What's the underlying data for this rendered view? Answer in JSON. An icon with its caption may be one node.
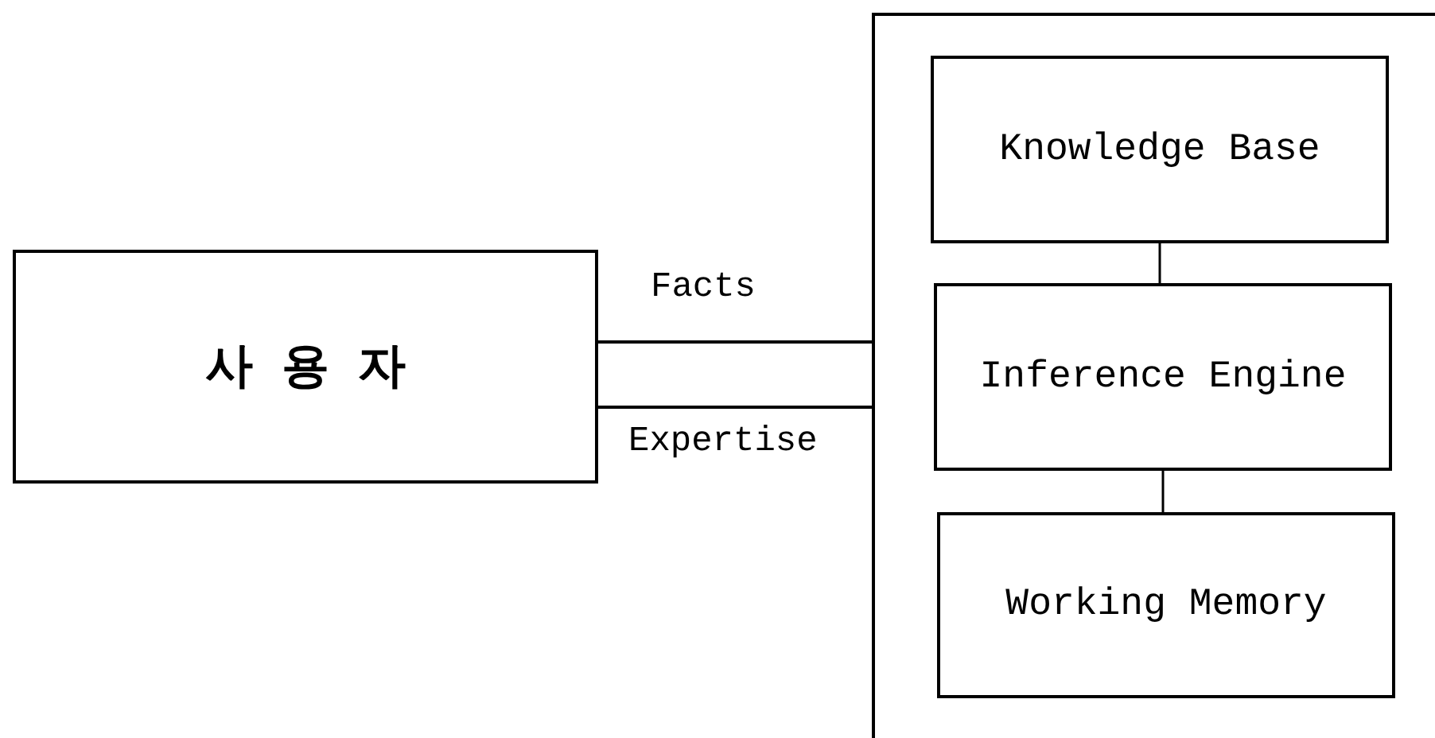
{
  "diagram": {
    "nodes": [
      {
        "text": [
          "사 용 자"
        ]
      },
      {
        "text": [],
        "shape": "box"
      },
      {
        "text": [
          "Knowledge Base"
        ],
        "in": 1
      },
      {
        "text": [
          "Inference Engine"
        ],
        "in": 1
      },
      {
        "text": [
          "Working Memory"
        ],
        "in": 1
      }
    ],
    "edges": [
      {
        "from": 0,
        "to": 1,
        "arrow": "none",
        "label": "Facts"
      },
      {
        "from": 0,
        "to": 1,
        "arrow": "none",
        "label": "Expertise"
      },
      {
        "from": 2,
        "to": 3,
        "arrow": "none"
      },
      {
        "from": 3,
        "to": 4,
        "arrow": "none"
      }
    ]
  }
}
